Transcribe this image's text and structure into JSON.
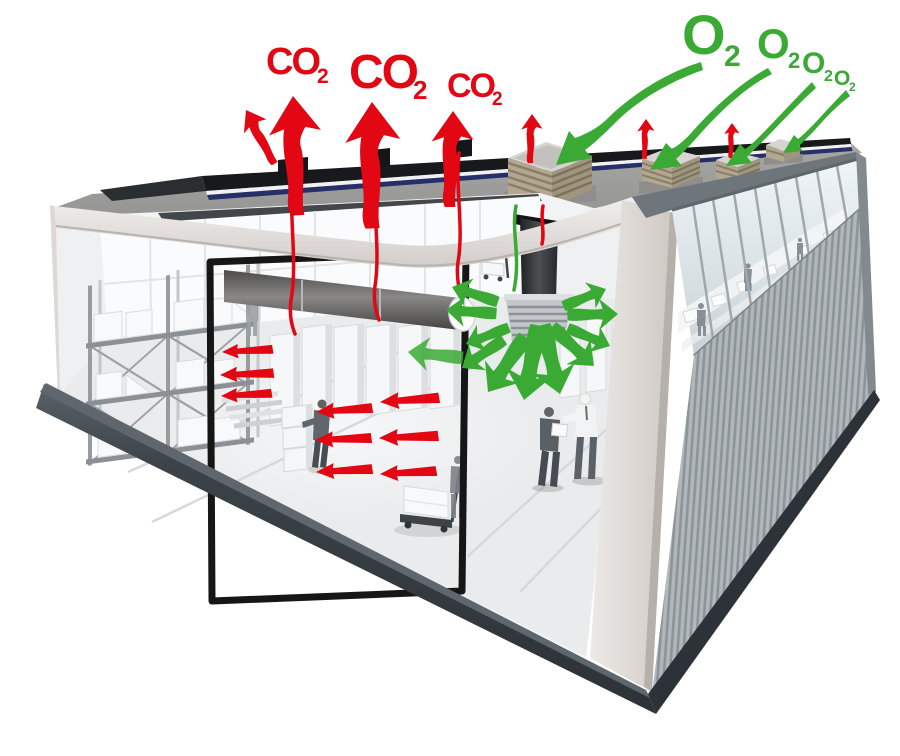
{
  "diagram": {
    "description": "Cutaway illustration of a warehouse: stale CO2 air is exhausted through a roof ridge vent (red arrows) while fresh O2 air enters through rooftop evaporative cooling units (green arrows) and is distributed inside via a ceiling diffuser."
  },
  "labels": {
    "co2": [
      {
        "main": "CO",
        "sub": "2"
      },
      {
        "main": "CO",
        "sub": "2"
      },
      {
        "main": "CO",
        "sub": "2"
      }
    ],
    "o2": [
      {
        "main": "O",
        "sub": "2"
      },
      {
        "main": "O",
        "sub": "2"
      },
      {
        "main": "O",
        "sub": "2"
      },
      {
        "main": "O",
        "sub": "2"
      }
    ]
  },
  "colors": {
    "co2_red": "#e30613",
    "o2_green": "#3aaa35"
  }
}
